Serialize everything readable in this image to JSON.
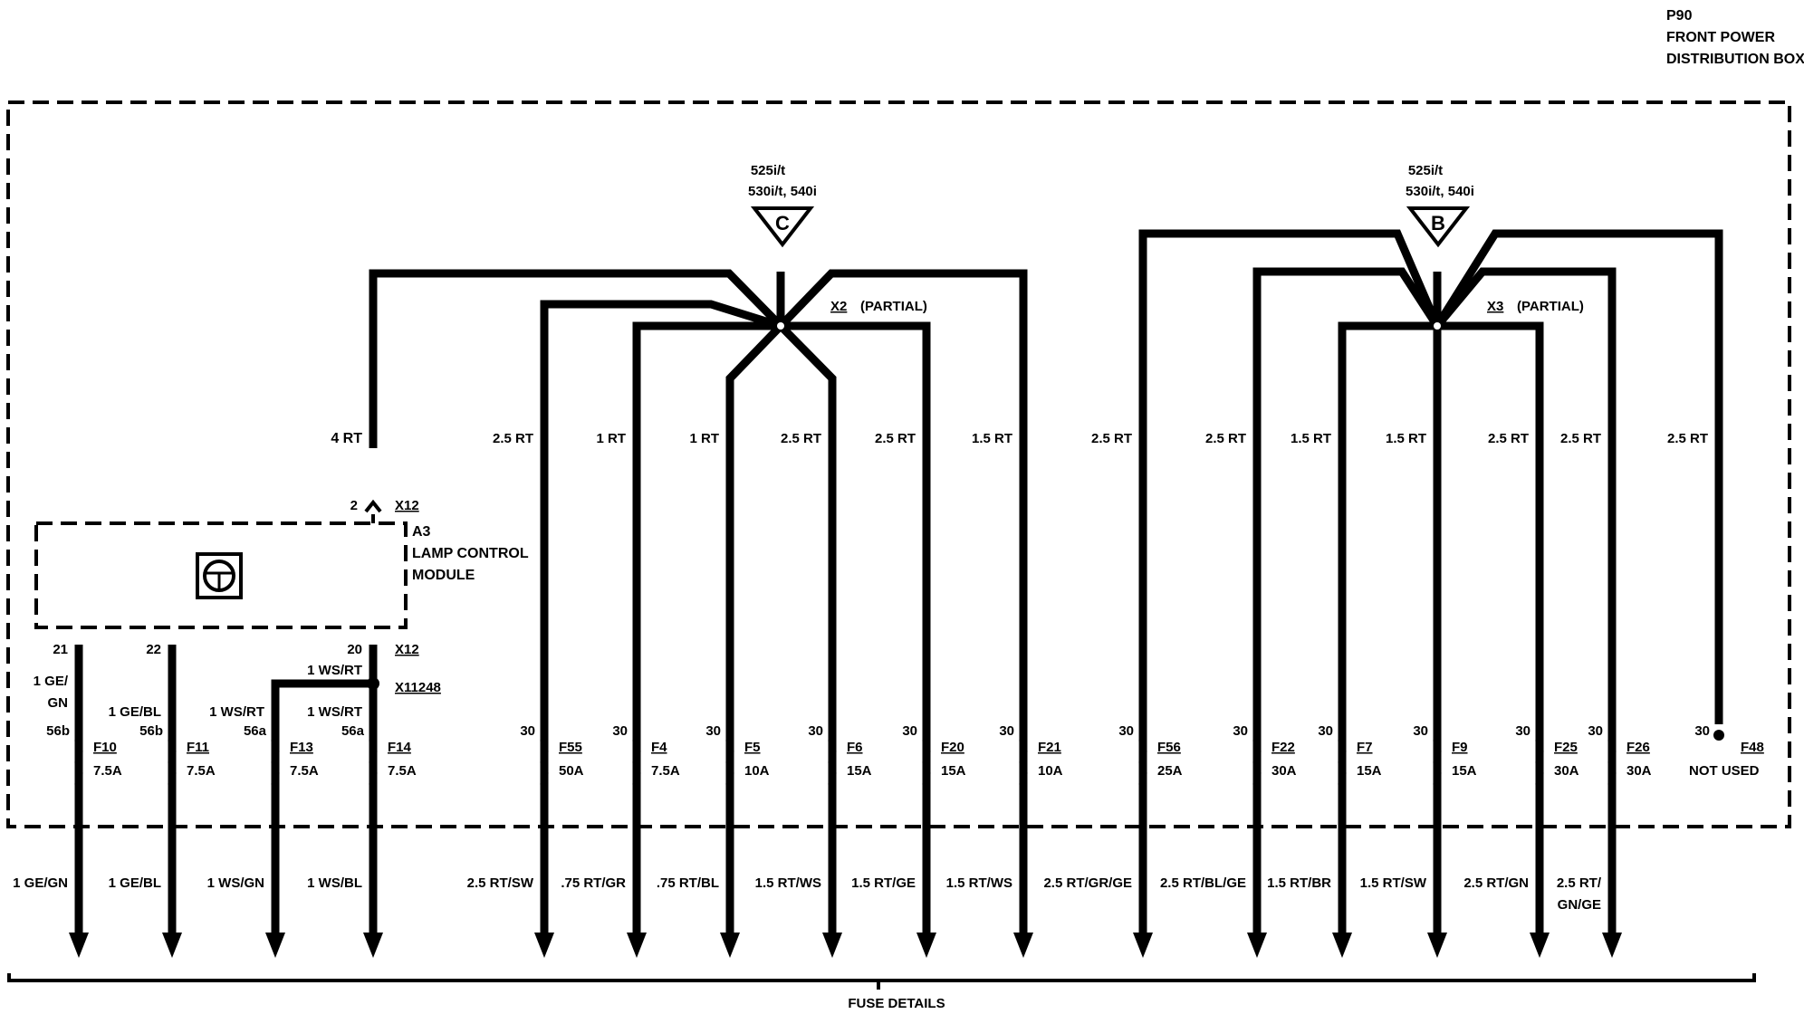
{
  "box": {
    "ref": "P90",
    "title_line1": "FRONT POWER",
    "title_line2": "DISTRIBUTION BOX"
  },
  "footer": {
    "label": "FUSE DETAILS"
  },
  "module": {
    "ref": "A3",
    "name_line1": "LAMP CONTROL",
    "name_line2": "MODULE",
    "connector_top": "X12",
    "connector_top_pin": "2",
    "top_wire": "4 RT",
    "connector_bottom": "X12",
    "splice": "X11248",
    "splice_wire": "1 WS/RT",
    "icon": "steering-wheel-icon"
  },
  "connectors": [
    {
      "symbol": "C",
      "label": "X2",
      "note": "(PARTIAL)",
      "variant_line1": "525i/t",
      "variant_line2": "530i/t, 540i"
    },
    {
      "symbol": "B",
      "label": "X3",
      "note": "(PARTIAL)",
      "variant_line1": "525i/t",
      "variant_line2": "530i/t, 540i"
    }
  ],
  "fuses": [
    {
      "pin": "21",
      "in_wire_1": "1 GE/",
      "in_wire_2": "GN",
      "terminal": "56b",
      "fuse": "F10",
      "rating": "7.5A",
      "out_1": "1 GE/GN",
      "out_2": ""
    },
    {
      "pin": "22",
      "in_wire_1": "1 GE/BL",
      "in_wire_2": "",
      "terminal": "56b",
      "fuse": "F11",
      "rating": "7.5A",
      "out_1": "1 GE/BL",
      "out_2": ""
    },
    {
      "pin": "",
      "in_wire_1": "1 WS/RT",
      "in_wire_2": "",
      "terminal": "56a",
      "fuse": "F13",
      "rating": "7.5A",
      "out_1": "1 WS/GN",
      "out_2": ""
    },
    {
      "pin": "20",
      "in_wire_1": "1 WS/RT",
      "in_wire_2": "",
      "terminal": "56a",
      "fuse": "F14",
      "rating": "7.5A",
      "out_1": "1 WS/BL",
      "out_2": ""
    },
    {
      "pin": "",
      "in_wire_1": "2.5 RT",
      "in_wire_2": "",
      "terminal": "30",
      "fuse": "F55",
      "rating": "50A",
      "out_1": "2.5 RT/SW",
      "out_2": ""
    },
    {
      "pin": "",
      "in_wire_1": "1 RT",
      "in_wire_2": "",
      "terminal": "30",
      "fuse": "F4",
      "rating": "7.5A",
      "out_1": ".75 RT/GR",
      "out_2": ""
    },
    {
      "pin": "",
      "in_wire_1": "1 RT",
      "in_wire_2": "",
      "terminal": "30",
      "fuse": "F5",
      "rating": "10A",
      "out_1": ".75 RT/BL",
      "out_2": ""
    },
    {
      "pin": "",
      "in_wire_1": "2.5 RT",
      "in_wire_2": "",
      "terminal": "30",
      "fuse": "F6",
      "rating": "15A",
      "out_1": "1.5 RT/WS",
      "out_2": ""
    },
    {
      "pin": "",
      "in_wire_1": "2.5 RT",
      "in_wire_2": "",
      "terminal": "30",
      "fuse": "F20",
      "rating": "15A",
      "out_1": "1.5 RT/GE",
      "out_2": ""
    },
    {
      "pin": "",
      "in_wire_1": "1.5 RT",
      "in_wire_2": "",
      "terminal": "30",
      "fuse": "F21",
      "rating": "10A",
      "out_1": "1.5 RT/WS",
      "out_2": ""
    },
    {
      "pin": "",
      "in_wire_1": "2.5 RT",
      "in_wire_2": "",
      "terminal": "30",
      "fuse": "F56",
      "rating": "25A",
      "out_1": "2.5 RT/GR/GE",
      "out_2": ""
    },
    {
      "pin": "",
      "in_wire_1": "2.5 RT",
      "in_wire_2": "",
      "terminal": "30",
      "fuse": "F22",
      "rating": "30A",
      "out_1": "2.5 RT/BL/GE",
      "out_2": ""
    },
    {
      "pin": "",
      "in_wire_1": "1.5 RT",
      "in_wire_2": "",
      "terminal": "30",
      "fuse": "F7",
      "rating": "15A",
      "out_1": "1.5 RT/BR",
      "out_2": ""
    },
    {
      "pin": "",
      "in_wire_1": "1.5 RT",
      "in_wire_2": "",
      "terminal": "30",
      "fuse": "F9",
      "rating": "15A",
      "out_1": "1.5 RT/SW",
      "out_2": ""
    },
    {
      "pin": "",
      "in_wire_1": "2.5 RT",
      "in_wire_2": "",
      "terminal": "30",
      "fuse": "F25",
      "rating": "30A",
      "out_1": "2.5 RT/GN",
      "out_2": ""
    },
    {
      "pin": "",
      "in_wire_1": "2.5 RT",
      "in_wire_2": "",
      "terminal": "30",
      "fuse": "F26",
      "rating": "30A",
      "out_1": "2.5 RT/",
      "out_2": "GN/GE"
    },
    {
      "pin": "",
      "in_wire_1": "2.5 RT",
      "in_wire_2": "",
      "terminal": "30",
      "fuse": "F48",
      "rating": "NOT USED",
      "out_1": "",
      "out_2": ""
    }
  ]
}
